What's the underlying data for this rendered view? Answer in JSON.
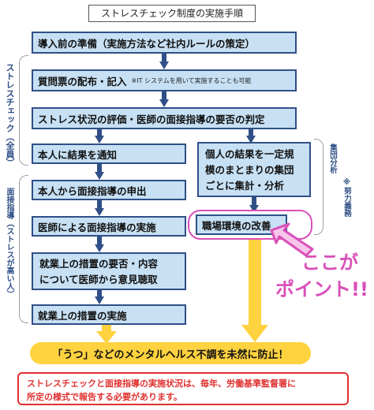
{
  "title": "ストレスチェック制度の実施手順",
  "steps": {
    "s1": "導入前の準備（実施方法など社内ルールの策定）",
    "s2": "質問票の配布・記入",
    "s2_note": "※IT システムを用いて実施することも可能",
    "s3": "ストレス状況の評価・医師の面接指導の要否の判定",
    "s4": "本人に結果を通知",
    "s5": "本人から面接指導の申出",
    "s6": "医師による面接指導の実施",
    "s7_line1": "就業上の措置の要否・内容",
    "s7_line2": "について医師から意見聴取",
    "s8": "就業上の措置の実施",
    "g1_line1": "個人の結果を一定規",
    "g1_line2": "模のまとまりの集団",
    "g1_line3": "ごとに集計・分析",
    "g2": "職場環境の改善"
  },
  "side_labels": {
    "stress_check": "ストレスチェック（全員）",
    "interview": "面接指導（ストレスが高い人）",
    "group_analysis": "集団分析",
    "effort": "※努力義務"
  },
  "callout": {
    "line1": "ここが",
    "line2": "ポイント!!"
  },
  "goal": "「うつ」などのメンタルヘルス不調を未然に防止！",
  "footer_note": {
    "line1": "ストレスチェックと面接指導の実施状況は、毎年、労働基準監督署に",
    "line2": "所定の様式で報告する必要があります。"
  },
  "colors": {
    "box_fill": "#c7e0f4",
    "box_border": "#2f4f86",
    "arrow": "#2f4f86",
    "highlight": "#d94fb8",
    "goal": "#ffd23f",
    "warning": "#e03030"
  }
}
